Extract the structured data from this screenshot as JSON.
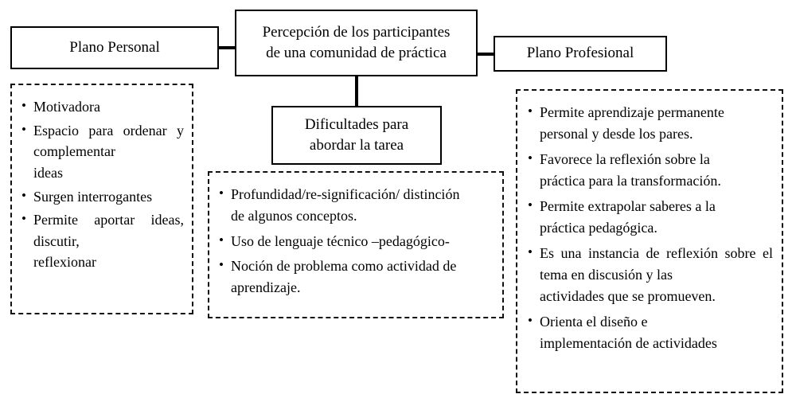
{
  "diagram": {
    "boxes": {
      "personal": {
        "label": "Plano Personal"
      },
      "central": {
        "line1": "Percepción de los participantes",
        "line2": "de una comunidad de práctica"
      },
      "profesional": {
        "label": "Plano Profesional"
      },
      "dificultades": {
        "line1": "Dificultades para",
        "line2": "abordar la tarea"
      }
    },
    "panels": {
      "personal_items": [
        {
          "text": "Motivadora",
          "last": ""
        },
        {
          "text": "Espacio para ordenar y complementar",
          "last": "ideas"
        },
        {
          "text": "Surgen interrogantes",
          "last": ""
        },
        {
          "text": "Permite aportar ideas, discutir,",
          "last": "reflexionar"
        }
      ],
      "dificultades_items": [
        {
          "text": "Profundidad/re-significación/ distinción",
          "last": "de algunos conceptos."
        },
        {
          "text": "Uso de lenguaje técnico –pedagógico-",
          "last": ""
        },
        {
          "text": "Noción de problema como actividad de",
          "last": "aprendizaje."
        }
      ],
      "profesional_items": [
        {
          "text": "Permite aprendizaje permanente",
          "last": "personal y desde los pares."
        },
        {
          "text": "Favorece la reflexión sobre la",
          "last": "práctica para la transformación."
        },
        {
          "text": "Permite extrapolar saberes a la",
          "last": "práctica pedagógica."
        },
        {
          "text": "Es una instancia de reflexión sobre  el tema en discusión y las",
          "last": "actividades que se promueven."
        },
        {
          "text": "Orienta el diseño e",
          "last": "implementación de actividades"
        }
      ]
    },
    "colors": {
      "stroke": "#000000",
      "background": "#ffffff",
      "text": "#000000"
    }
  }
}
